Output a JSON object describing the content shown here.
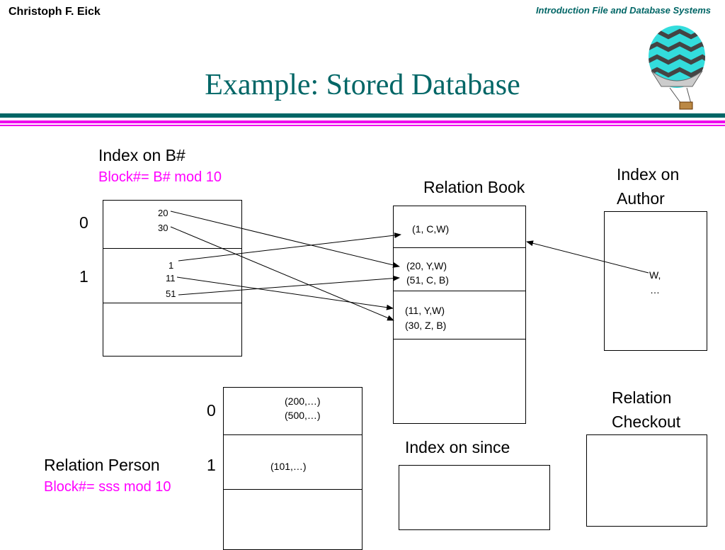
{
  "header": {
    "author": "Christoph F. Eick",
    "course": "Introduction File and Database Systems"
  },
  "title": "Example: Stored Database",
  "index_b": {
    "label": "Index on B#",
    "formula": "Block#= B# mod 10",
    "bucket0": "0",
    "bucket1": "1",
    "entries": [
      "20",
      "30",
      "1",
      "11",
      "51"
    ]
  },
  "book": {
    "label": "Relation Book",
    "records": [
      "(1, C,W)",
      "(20, Y,W)",
      "(51, C, B)",
      "(11, Y,W)",
      "(30, Z, B)"
    ]
  },
  "index_author": {
    "label_line1": "Index on",
    "label_line2": "Author",
    "entry1": "W,",
    "entry2": "…"
  },
  "person": {
    "label": "Relation Person",
    "formula": "Block#= sss mod 10",
    "bucket0": "0",
    "bucket1": "1",
    "records": [
      "(200,…)",
      "(500,…)",
      "(101,…)"
    ]
  },
  "index_since": {
    "label": "Index on since"
  },
  "checkout": {
    "label_line1": "Relation",
    "label_line2": "Checkout"
  }
}
